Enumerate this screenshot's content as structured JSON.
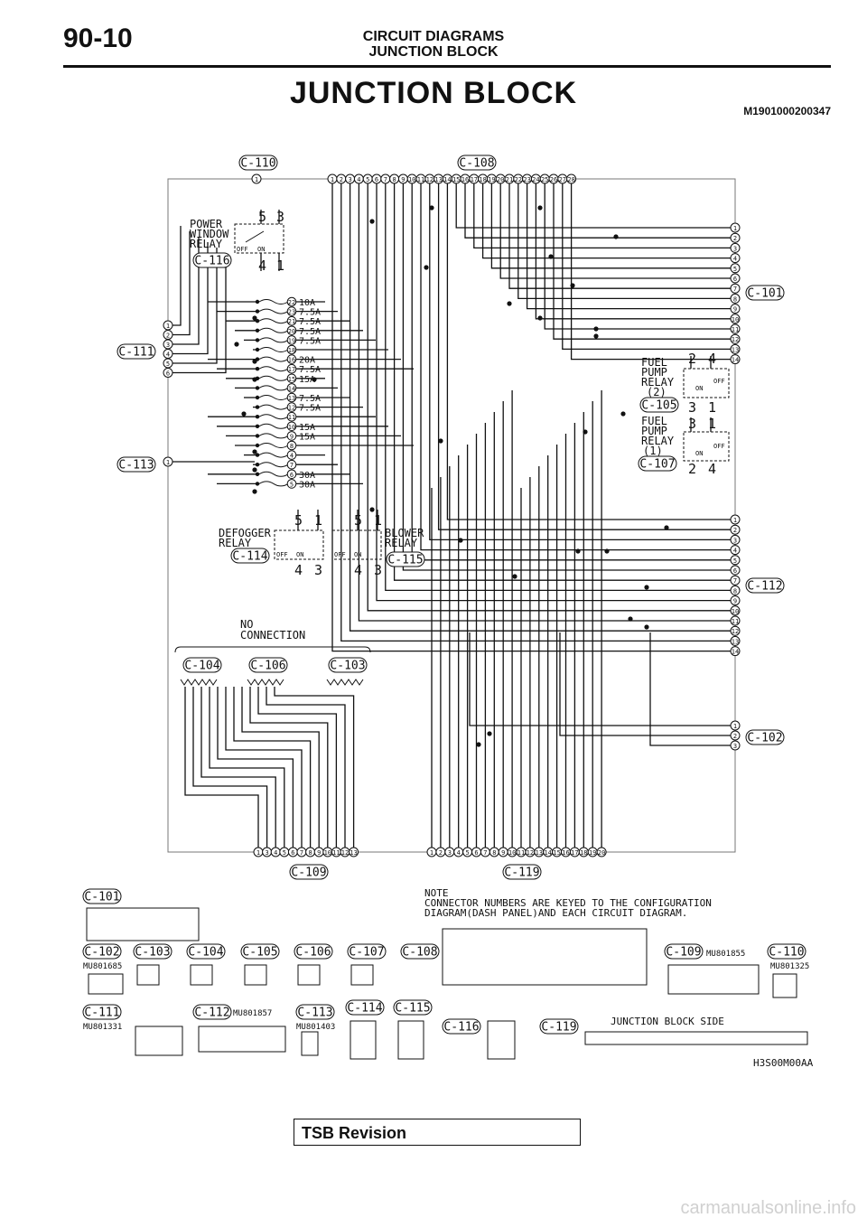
{
  "header": {
    "page_number": "90-10",
    "section": "CIRCUIT DIAGRAMS",
    "subsection": "JUNCTION BLOCK",
    "title": "JUNCTION BLOCK",
    "doc_id": "M1901000200347"
  },
  "diagram": {
    "connectors": {
      "c110": "C-110",
      "c108": "C-108",
      "c116": "C-116",
      "c111": "C-111",
      "c113": "C-113",
      "c101": "C-101",
      "c105": "C-105",
      "c107": "C-107",
      "c114": "C-114",
      "c115": "C-115",
      "c112": "C-112",
      "c104": "C-104",
      "c106": "C-106",
      "c103": "C-103",
      "c102": "C-102",
      "c109": "C-109",
      "c119": "C-119"
    },
    "relays": {
      "power_window": [
        "POWER",
        "WINDOW",
        "RELAY"
      ],
      "fuel_pump_2": [
        "FUEL",
        "PUMP",
        "RELAY",
        "(2)"
      ],
      "fuel_pump_1": [
        "FUEL",
        "PUMP",
        "RELAY",
        "(1)"
      ],
      "defogger": [
        "DEFOGGER",
        "RELAY"
      ],
      "blower": [
        "BLOWER",
        "RELAY"
      ],
      "off": "OFF",
      "on": "ON"
    },
    "fuses": [
      {
        "num": "22",
        "rating": "10A"
      },
      {
        "num": "23",
        "rating": "7.5A"
      },
      {
        "num": "21",
        "rating": "7.5A"
      },
      {
        "num": "20",
        "rating": "7.5A"
      },
      {
        "num": "19",
        "rating": "7.5A"
      },
      {
        "num": "18",
        "rating": ""
      },
      {
        "num": "16",
        "rating": "20A"
      },
      {
        "num": "17",
        "rating": "7.5A"
      },
      {
        "num": "15",
        "rating": "15A"
      },
      {
        "num": "14",
        "rating": ""
      },
      {
        "num": "13",
        "rating": "7.5A"
      },
      {
        "num": "12",
        "rating": "7.5A"
      },
      {
        "num": "11",
        "rating": ""
      },
      {
        "num": "10",
        "rating": "15A"
      },
      {
        "num": "9",
        "rating": "15A"
      },
      {
        "num": "8",
        "rating": ""
      },
      {
        "num": "4",
        "rating": ""
      },
      {
        "num": "7",
        "rating": ""
      },
      {
        "num": "6",
        "rating": "30A"
      },
      {
        "num": "5",
        "rating": "30A"
      }
    ],
    "no_connection": [
      "NO",
      "CONNECTION"
    ]
  },
  "legend": {
    "note": [
      "NOTE",
      "CONNECTOR NUMBERS ARE KEYED TO THE CONFIGURATION",
      "DIAGRAM(DASH PANEL)AND EACH CIRCUIT DIAGRAM."
    ],
    "part_numbers": {
      "c102": "MU801685",
      "c109": "MU801855",
      "c110": "MU801325",
      "c111": "MU801331",
      "c112": "MU801857",
      "c113": "MU801403"
    },
    "junction_block_side": "JUNCTION BLOCK SIDE",
    "figure_code": "H3S00M00AA"
  },
  "footer": {
    "tsb": "TSB Revision",
    "watermark": "carmanualsonline.info"
  }
}
